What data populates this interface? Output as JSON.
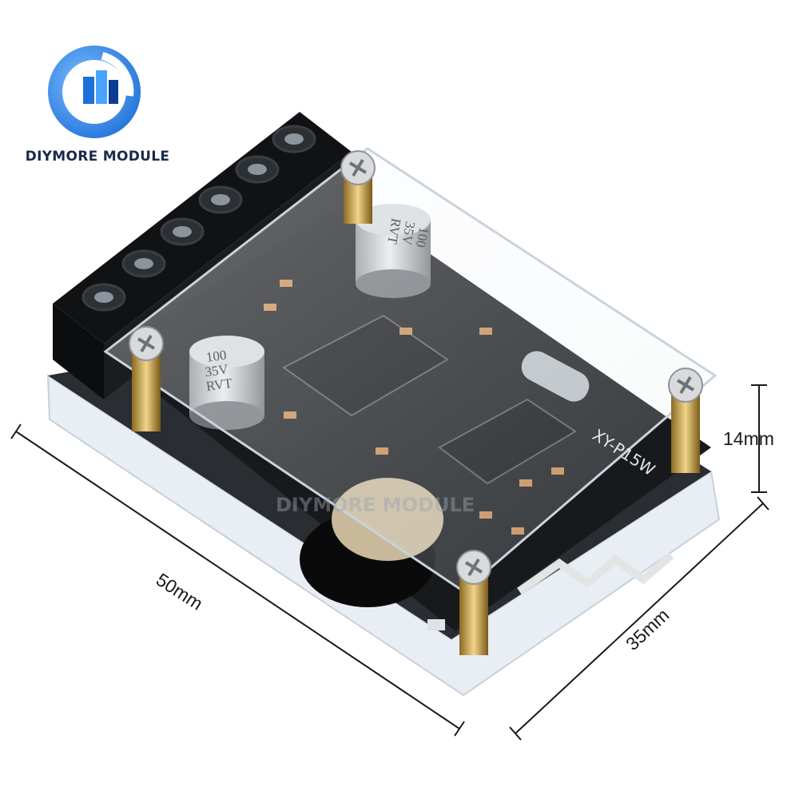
{
  "brand": {
    "name": "DIYMORE MODULE",
    "logo_colors": [
      "#1e6fd9",
      "#4aa3ff",
      "#0b3d91"
    ]
  },
  "product": {
    "board_label": "XY-P15W",
    "capacitor_marking_1": "100\n35V\nRVT",
    "capacitor_marking_2": "100\n35V\nRVT",
    "watermark": "DIYMORE MODULE",
    "board_color": "#17191c",
    "terminal_count": 6
  },
  "dimensions": {
    "length": "50mm",
    "width": "35mm",
    "height": "14mm"
  }
}
